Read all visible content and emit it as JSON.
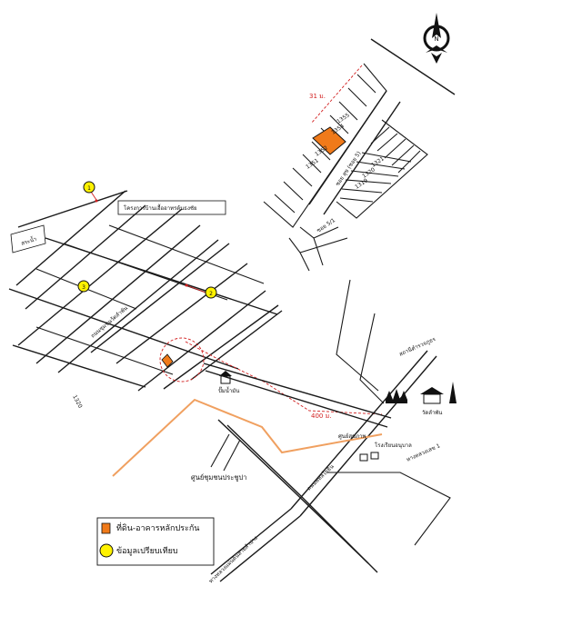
{
  "labels": {
    "distance_top": "31 ม.",
    "distance_route": "400 ม.",
    "lot_1355": "1355",
    "lot_1354": "1354",
    "lot_1352": "1352",
    "lot_1351": "1351",
    "lot_1321": "1321",
    "lot_1320": "1320",
    "lot_1319": "1319",
    "soi_main": "ซอย สุข (ซอย 5)",
    "soi_small": "ซอย 5/1",
    "project_name": "โครงการบ้านเอื้ออาทรต้นธงชัย",
    "reservoir": "สระน้ำ",
    "road_1320": "1320",
    "community_road": "ถนนชุมชนวัดลำพัน",
    "gas_station": "ปั๊มน้ำมัน",
    "police_station": "สถานีตำรวจภูธร",
    "nearby_place": "โรงเรียนอนุบาล",
    "temple": "วัดลำพัน",
    "health_center": "ศูนย์สุขภาพ",
    "main_road": "ถนนพหลโยธิน",
    "road_south": "ทางหลวงแผ่นดินสายลำปาง",
    "road_east": "ทางหลวงเลข 1",
    "community_center": "ศูนย์ชุมชนประชูปา",
    "compass_label": "N"
  },
  "markers": [
    {
      "id": "1"
    },
    {
      "id": "2"
    },
    {
      "id": "3"
    }
  ],
  "legend": {
    "subject_label": "ที่ดิน-อาคารหลักประกัน",
    "comparable_label": "ข้อมูลเปรียบเทียบ"
  },
  "colors": {
    "subject": "#f07a1a",
    "comparable": "#fff200",
    "route": "#d21f1f",
    "orange_road": "#f0a060"
  }
}
